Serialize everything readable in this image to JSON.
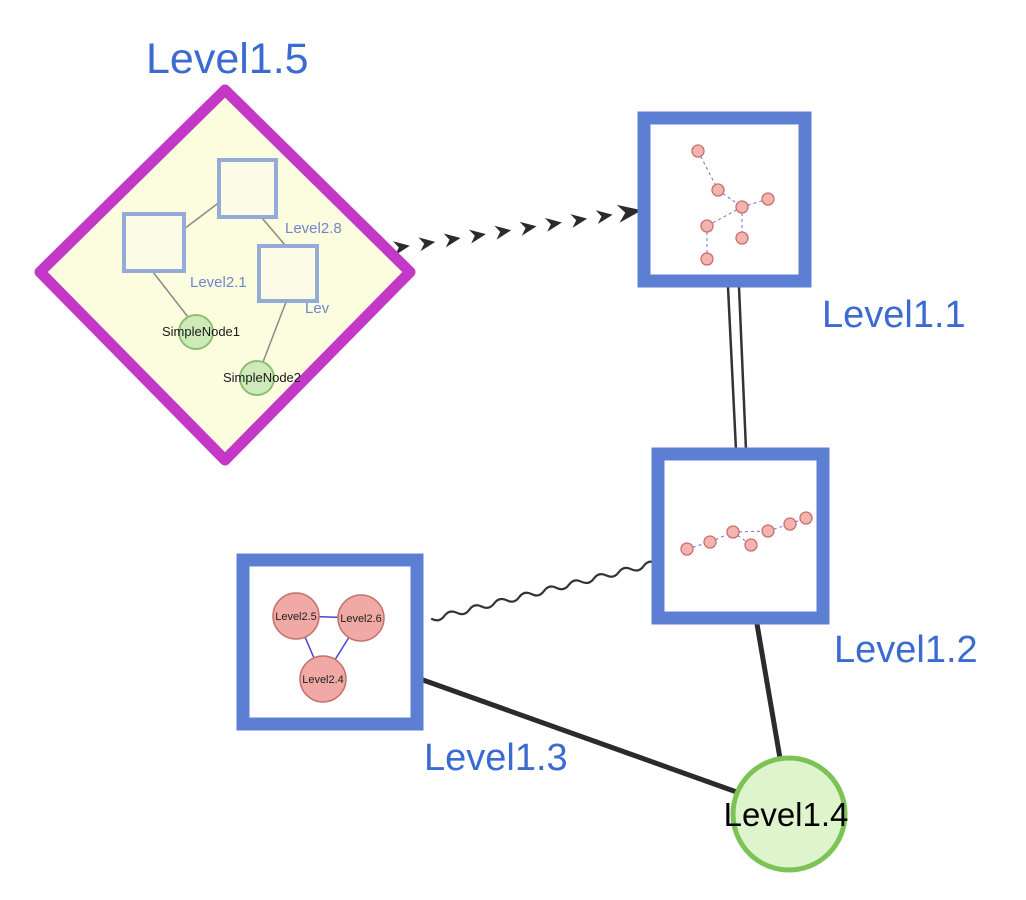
{
  "graph": {
    "level1_nodes": {
      "level15": {
        "label": "Level1.5",
        "shape": "diamond-compound"
      },
      "level11": {
        "label": "Level1.1",
        "shape": "square-compound"
      },
      "level12": {
        "label": "Level1.2",
        "shape": "square-compound"
      },
      "level13": {
        "label": "Level1.3",
        "shape": "square-compound"
      },
      "level14": {
        "label": "Level1.4",
        "shape": "circle"
      }
    },
    "level15_children": {
      "square_top": {
        "label": "Level2.8"
      },
      "square_left": {
        "label": "Level2.1"
      },
      "square_right": {
        "label": "Lev"
      },
      "simple1": {
        "label": "SimpleNode1"
      },
      "simple2": {
        "label": "SimpleNode2"
      }
    },
    "level13_children": {
      "left": {
        "label": "Level2.5"
      },
      "right": {
        "label": "Level2.6"
      },
      "bottom": {
        "label": "Level2.4"
      }
    },
    "edges": {
      "level15_level11": "bold-dashed-arrow",
      "level11_level12": "double-line",
      "level13_level12": "wavy-line",
      "level13_level14": "solid-line",
      "level12_level14": "solid-line"
    },
    "colors": {
      "label_blue": "#3b6ad1",
      "box_border_blue": "#5d7fd3",
      "diamond_magenta": "#c438c8",
      "diamond_fill": "#fcfcdf",
      "green_node_fill": "#cdeab8",
      "green_node_border": "#7fbf5a",
      "pink_node_fill": "#f3b3af",
      "pink_node_border": "#c96f6b",
      "edge_black": "#2b2b2b",
      "mini_edge_blue": "#7070d8"
    }
  }
}
